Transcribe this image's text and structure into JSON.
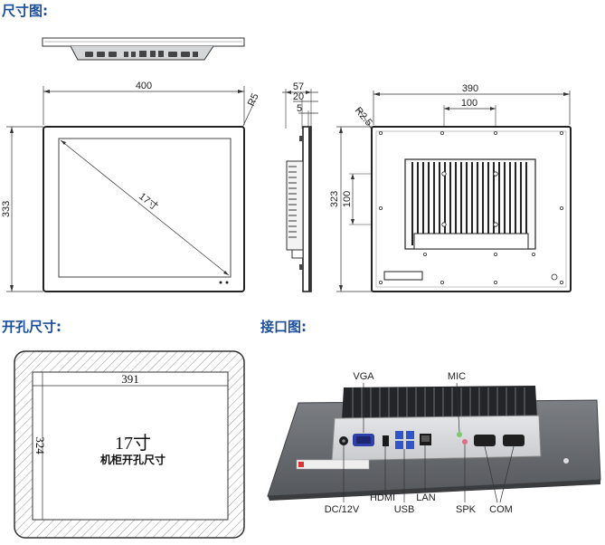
{
  "sections": {
    "dimensions": "尺寸图:",
    "cutout": "开孔尺寸:",
    "interface": "接口图:"
  },
  "front_view": {
    "width": "400",
    "height": "333",
    "corner_radius": "R5",
    "diagonal": "17寸"
  },
  "side_view": {
    "depth_total": "57",
    "depth_mid": "20",
    "depth_bezel": "5"
  },
  "back_view": {
    "width": "390",
    "height": "323",
    "vesa_h": "100",
    "vesa_v": "100",
    "corner_radius": "R2.5"
  },
  "cutout_view": {
    "width": "391",
    "height": "324",
    "size": "17寸",
    "caption": "机柜开孔尺寸"
  },
  "ports": {
    "vga": "VGA",
    "mic": "MIC",
    "dc": "DC/12V",
    "hdmi": "HDMI",
    "usb": "USB",
    "lan": "LAN",
    "spk": "SPK",
    "com": "COM"
  },
  "colors": {
    "heading": "#1a4e9c",
    "chassis": "#6d6f73",
    "heatsink": "#2b2d30"
  }
}
